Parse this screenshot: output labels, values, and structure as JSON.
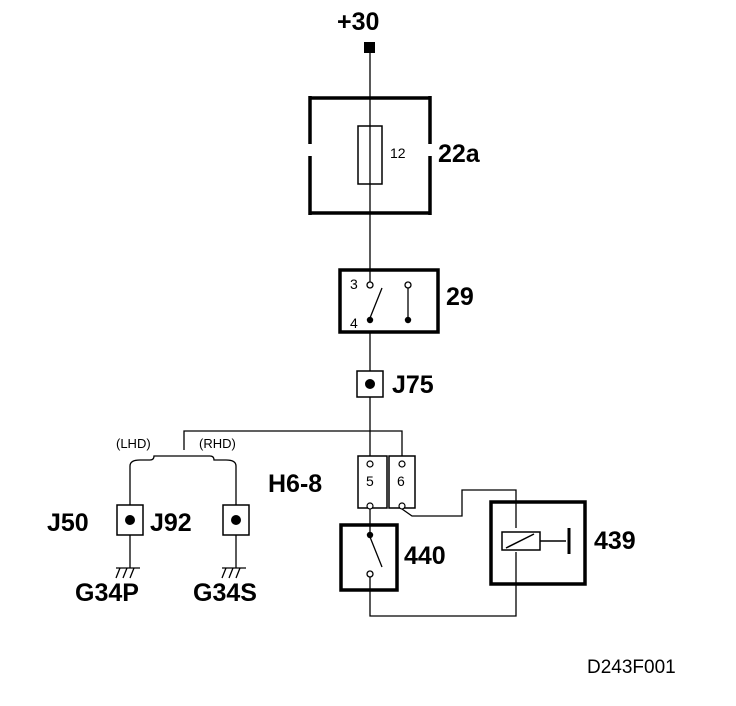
{
  "diagram": {
    "supply_label": "+30",
    "fuse": {
      "pin": "12",
      "label": "22a"
    },
    "switch_29": {
      "pin_top": "3",
      "pin_bottom": "4",
      "label": "29"
    },
    "junction_j75": "J75",
    "connector": {
      "label": "H6-8",
      "pin_5": "5",
      "pin_6": "6"
    },
    "variants": {
      "lhd": "(LHD)",
      "rhd": "(RHD)"
    },
    "junction_j50": "J50",
    "junction_j92": "J92",
    "ground_g34p": "G34P",
    "ground_g34s": "G34S",
    "switch_440": "440",
    "relay_439": "439",
    "figure_ref": "D243F001"
  }
}
